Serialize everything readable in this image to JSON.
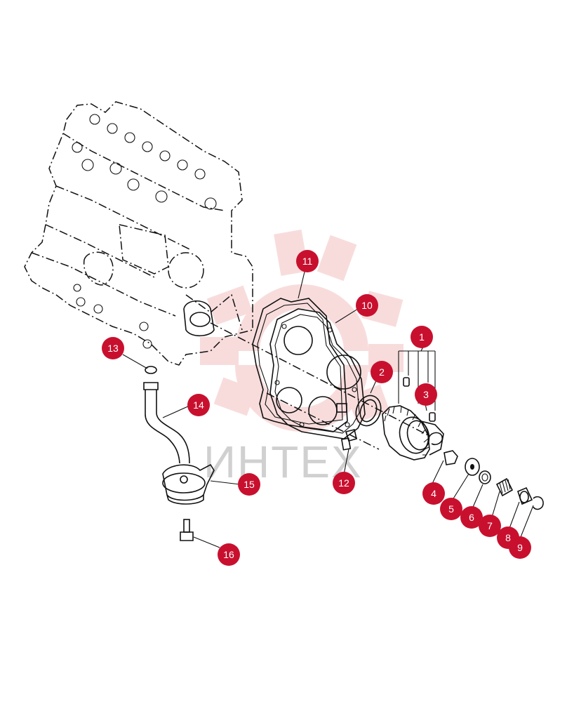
{
  "watermark": {
    "text": "ИНТЕХ",
    "color": "#f3c0c0"
  },
  "callouts": {
    "c1": "1",
    "c2": "2",
    "c3": "3",
    "c4": "4",
    "c5": "5",
    "c6": "6",
    "c7": "7",
    "c8": "8",
    "c9": "9",
    "c10": "10",
    "c11": "11",
    "c12": "12",
    "c13": "13",
    "c14": "14",
    "c15": "15",
    "c16": "16"
  },
  "colors": {
    "callout": "#c8102e",
    "lines": "#111111"
  }
}
